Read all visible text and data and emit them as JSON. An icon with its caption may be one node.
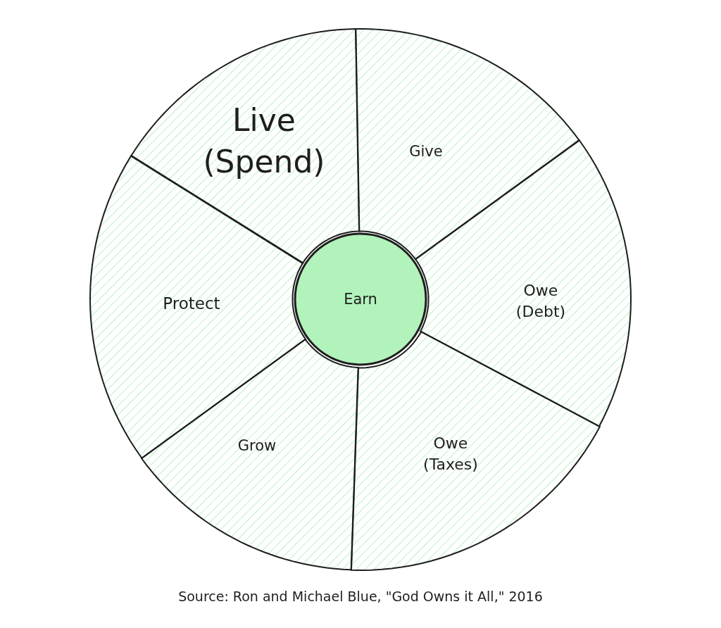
{
  "diagram": {
    "caption": "Source: Ron and Michael Blue, \"God Owns it All,\" 2016",
    "nodes": [
      {
        "text": [
          "Live (Spend)"
        ]
      },
      {
        "text": [
          "Give"
        ]
      },
      {
        "text": [
          "Owe (Debt)"
        ]
      },
      {
        "text": [
          "Owe (Taxes)"
        ]
      },
      {
        "text": [
          "Grow"
        ]
      },
      {
        "text": [
          "Protect"
        ]
      },
      {
        "text": [
          "Earn"
        ]
      }
    ]
  }
}
